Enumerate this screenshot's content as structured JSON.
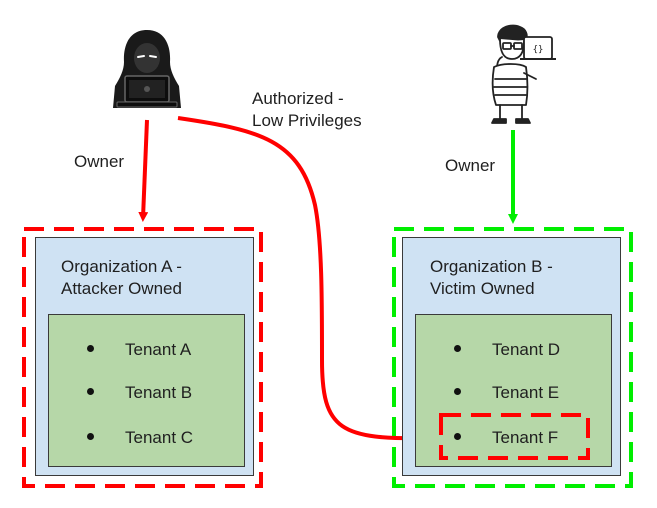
{
  "actors": {
    "attacker": {
      "icon": "hacker-icon"
    },
    "victim": {
      "icon": "developer-icon"
    }
  },
  "edges": {
    "attacker_owner": "Owner",
    "victim_owner": "Owner",
    "authorized": "Authorized -\nLow Privileges"
  },
  "org_a": {
    "title": "Organization A -\nAttacker Owned",
    "tenants": [
      "Tenant A",
      "Tenant B",
      "Tenant C"
    ]
  },
  "org_b": {
    "title": "Organization B -\nVictim Owned",
    "tenants": [
      "Tenant D",
      "Tenant E",
      "Tenant F"
    ]
  },
  "colors": {
    "attack": "#ff0000",
    "victim": "#00ee00",
    "org_fill": "#cfe2f3",
    "tenant_fill": "#b6d7a8"
  }
}
